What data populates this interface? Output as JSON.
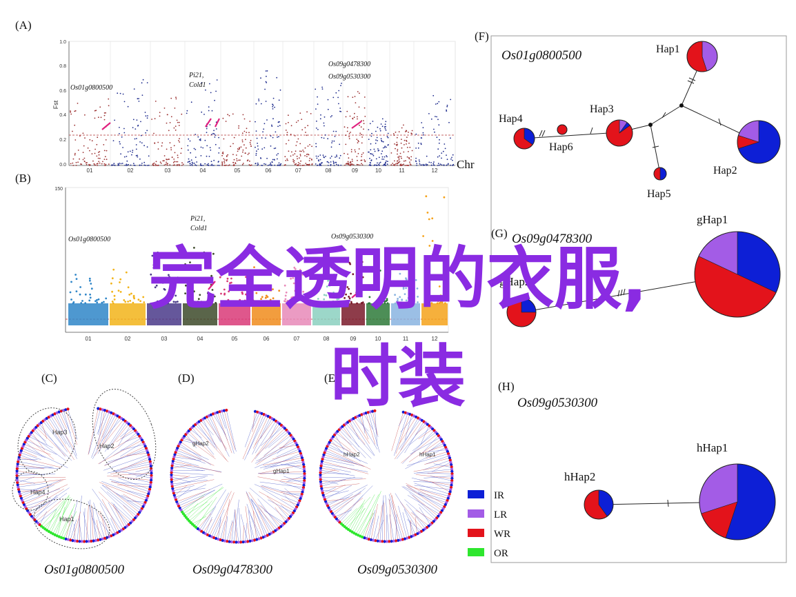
{
  "overlay": {
    "line1": "完全透明的衣服,",
    "line2": "时装"
  },
  "panelA": {
    "label": "(A)",
    "ylabel": "Fst",
    "xlabel": "Chr",
    "yticks": [
      "1.0",
      "0.8",
      "0.6",
      "0.4",
      "0.2",
      "0.0"
    ],
    "chromosomes": [
      "01",
      "02",
      "03",
      "04",
      "05",
      "06",
      "07",
      "08",
      "09",
      "10",
      "11",
      "12"
    ],
    "annotations": {
      "gene1": "Os01g0800500",
      "pi21": "Pi21,",
      "cold1": "Cold1",
      "gene2": "Os09g0478300",
      "gene3": "Os09g0530300"
    }
  },
  "panelB": {
    "label": "(B)",
    "ytick": "150",
    "chromosomes": [
      "01",
      "02",
      "03",
      "04",
      "05",
      "06",
      "07",
      "08",
      "09",
      "10",
      "11",
      "12"
    ],
    "annotations": {
      "gene1": "Os01g0800500",
      "pi21": "Pi21,",
      "cold1": "Cold1",
      "gene3": "Os09g0530300"
    }
  },
  "panelC": {
    "label": "(C)",
    "gene": "Os01g0800500",
    "haps": [
      "Hap3",
      "Hap2",
      "Hap4",
      "Hap1"
    ]
  },
  "panelD": {
    "label": "(D)",
    "gene": "Os09g0478300",
    "haps": [
      "gHap2",
      "gHap1"
    ]
  },
  "panelE": {
    "label": "(E)",
    "gene": "Os09g0530300",
    "haps": [
      "hHap2",
      "hHap1"
    ]
  },
  "legend": [
    {
      "name": "IR",
      "color": "#0d1fd6"
    },
    {
      "name": "LR",
      "color": "#a35ce6"
    },
    {
      "name": "WR",
      "color": "#e3131b"
    },
    {
      "name": "OR",
      "color": "#2ee62e"
    }
  ],
  "panelF": {
    "label": "(F)",
    "gene": "Os01g0800500",
    "haps": [
      {
        "name": "Hap1",
        "slices": [
          {
            "group": "LR",
            "share": 0.45
          },
          {
            "group": "WR",
            "share": 0.55
          }
        ]
      },
      {
        "name": "Hap2",
        "slices": [
          {
            "group": "IR",
            "share": 0.7
          },
          {
            "group": "WR",
            "share": 0.1
          },
          {
            "group": "LR",
            "share": 0.2
          }
        ]
      },
      {
        "name": "Hap3",
        "slices": [
          {
            "group": "LR",
            "share": 0.1
          },
          {
            "group": "IR",
            "share": 0.05
          },
          {
            "group": "WR",
            "share": 0.85
          }
        ]
      },
      {
        "name": "Hap4",
        "slices": [
          {
            "group": "IR",
            "share": 0.35
          },
          {
            "group": "WR",
            "share": 0.65
          }
        ]
      },
      {
        "name": "Hap5",
        "slices": [
          {
            "group": "IR",
            "share": 0.5
          },
          {
            "group": "WR",
            "share": 0.5
          }
        ]
      },
      {
        "name": "Hap6",
        "slices": [
          {
            "group": "WR",
            "share": 1.0
          }
        ]
      }
    ]
  },
  "panelG": {
    "label": "(G)",
    "gene": "Os09g0478300",
    "haps": [
      {
        "name": "gHap1",
        "slices": [
          {
            "group": "IR",
            "share": 0.32
          },
          {
            "group": "WR",
            "share": 0.5
          },
          {
            "group": "LR",
            "share": 0.18
          }
        ]
      },
      {
        "name": "gHap2",
        "slices": [
          {
            "group": "IR",
            "share": 0.25
          },
          {
            "group": "WR",
            "share": 0.75
          }
        ]
      }
    ]
  },
  "panelH": {
    "label": "(H)",
    "gene": "Os09g0530300",
    "haps": [
      {
        "name": "hHap1",
        "slices": [
          {
            "group": "IR",
            "share": 0.55
          },
          {
            "group": "WR",
            "share": 0.15
          },
          {
            "group": "LR",
            "share": 0.3
          }
        ]
      },
      {
        "name": "hHap2",
        "slices": [
          {
            "group": "IR",
            "share": 0.4
          },
          {
            "group": "WR",
            "share": 0.6
          }
        ]
      }
    ]
  }
}
